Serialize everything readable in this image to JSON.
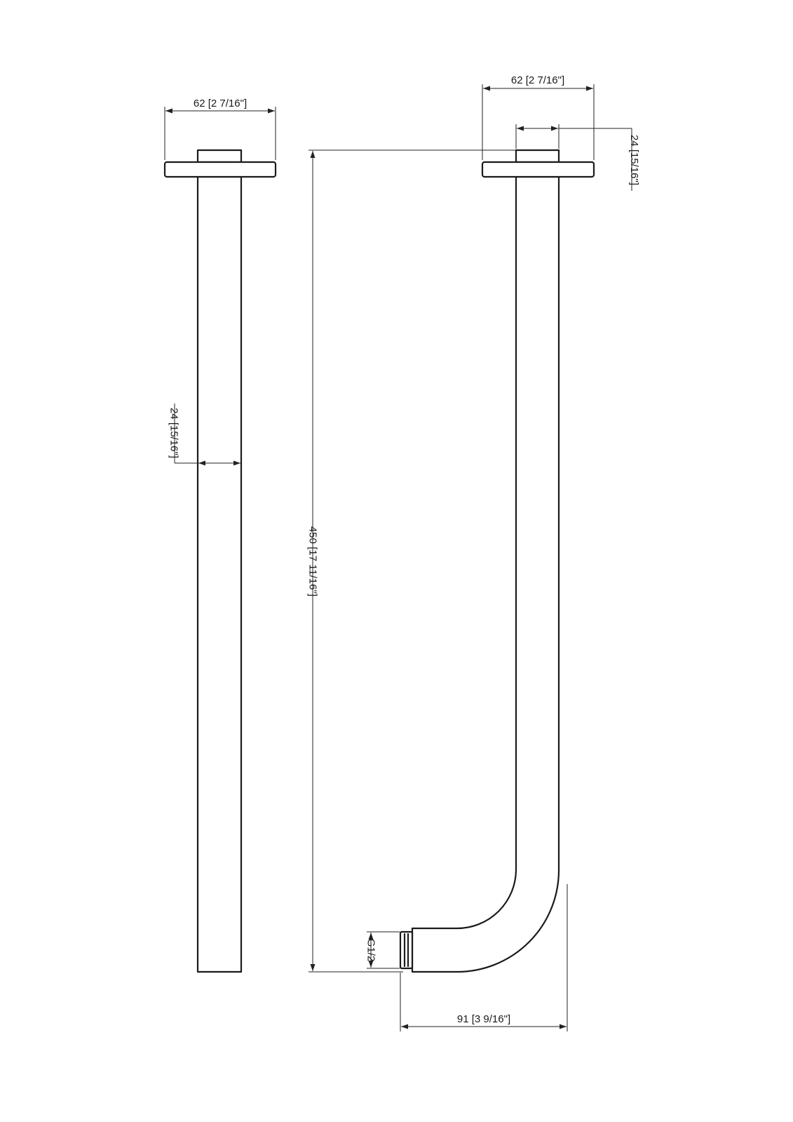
{
  "dimensions": {
    "left_flange_width": "62 [2 7/16\"]",
    "left_tube_diameter": "24 [15/16\"]",
    "overall_height": "450 [17 11/16\"]",
    "right_flange_width": "62 [2 7/16\"]",
    "right_boss_diameter": "24 [15/16\"]",
    "thread_size": "G1/2",
    "overall_projection": "91 [3 9/16\"]"
  },
  "colors": {
    "line": "#1a1a1a",
    "background": "#ffffff"
  }
}
